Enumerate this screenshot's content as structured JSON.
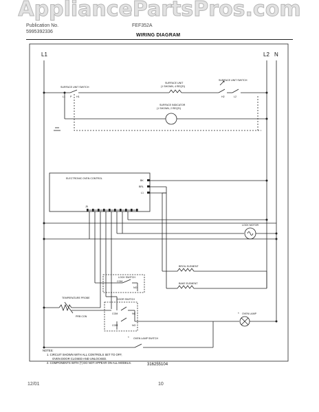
{
  "watermark": "AppliancePartsPros.com",
  "header": {
    "left_line1": "Publication No.",
    "left_line2": "5995392336",
    "right_line1": "FEF352A",
    "title": "WIRING DIAGRAM"
  },
  "lines": {
    "l1": "L1",
    "l2": "L2",
    "n": "N"
  },
  "components": {
    "surface_unit_switch_left": "SURFACE UNIT SWITCH",
    "surface_unit_switch_right": "SURFACE UNIT SWITCH",
    "surface_unit": "SURFACE UNIT",
    "surface_unit_qty": "(1 SHOWN, 4 REQ'D)",
    "surface_indicator": "SURFACE INDICATOR",
    "surface_indicator_qty": "(1 SHOWN, 2 REQ'D)",
    "switch_terminals_left": [
      "L1",
      "P",
      "H1"
    ],
    "switch_terminals_right": [
      "H2",
      "L2"
    ],
    "electronic_oven_control": "ELECTRONIC OVEN CONTROL",
    "eoc_terminals": [
      "BK",
      "BRL",
      "L1"
    ],
    "lock_motor": "LOCK MOTOR",
    "lock_switch": "LOCK SWITCH",
    "lock_terminals": [
      "COM",
      "NO"
    ],
    "broil_element": "BROIL ELEMENT",
    "bake_element": "BAKE ELEMENT",
    "temperature_probe": "TEMPERATURE PROBE",
    "probe_connector": "PRB CON",
    "door_switch": "DOOR SWITCH",
    "door_terminals": [
      "COM",
      "NC",
      "COM",
      "NO"
    ],
    "oven_lamp": "OVEN LAMP",
    "oven_lamp_switch": "OVEN LAMP SWITCH",
    "note_marker": "*",
    "connector_j5": "J5"
  },
  "notes": {
    "heading": "NOTES:",
    "line1": "1.  CIRCUIT SHOWN WITH ALL CONTROLS SET TO OFF,",
    "line2": "OVEN DOOR CLOSED AND UNLOCKED.",
    "line3": "2.  COMPONENTS WITH  (*)  DO NOT APPEAR ON ALL MODELS."
  },
  "part_number": "316255104",
  "footer": {
    "date": "12/01",
    "page": "10"
  }
}
